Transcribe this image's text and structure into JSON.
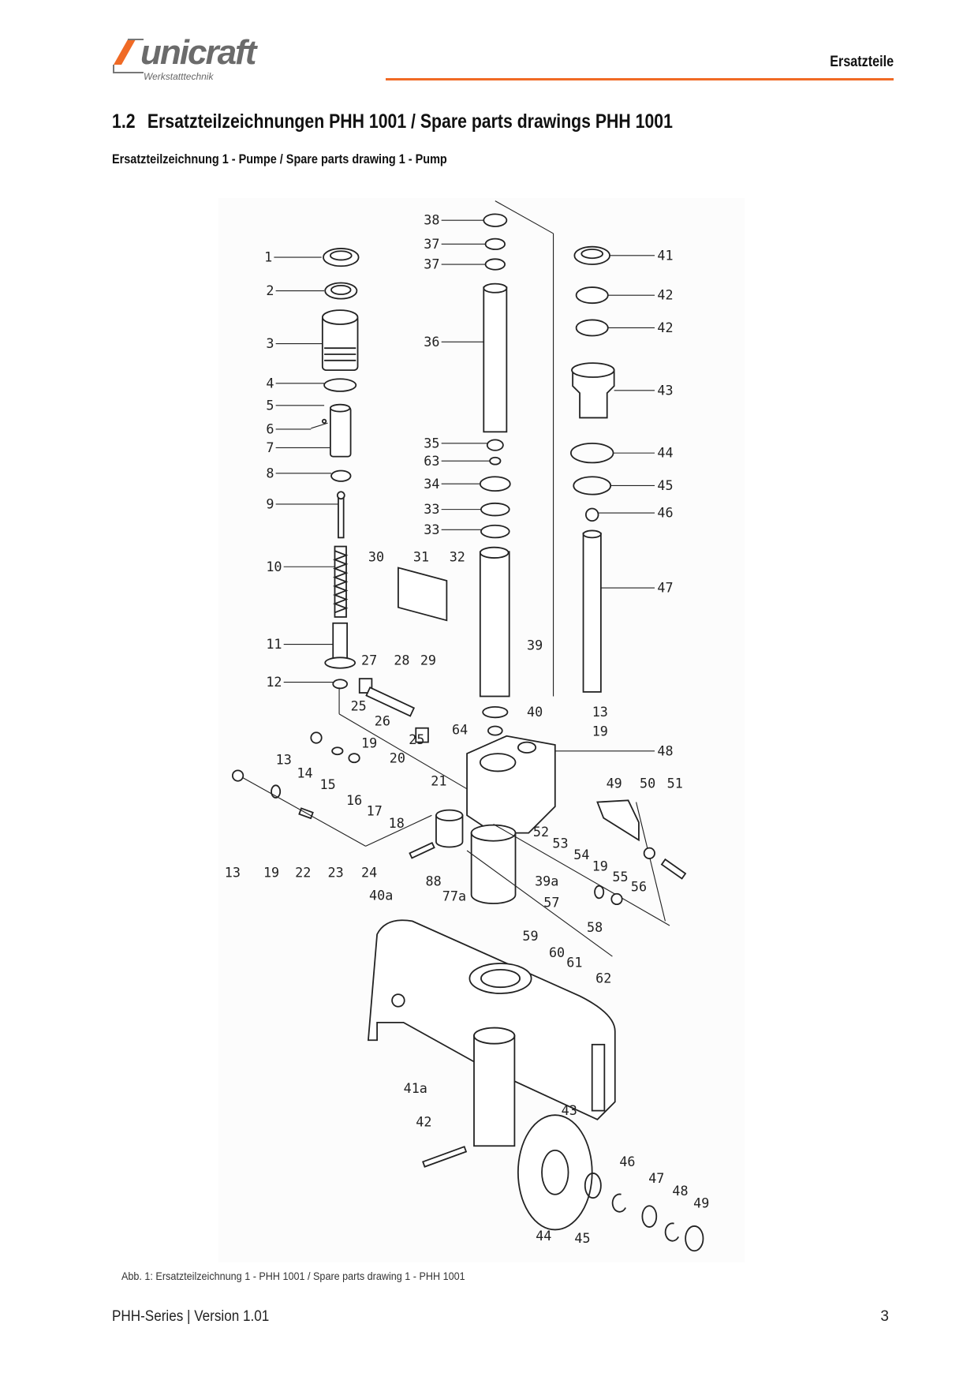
{
  "header": {
    "logo_text": "unicraft",
    "logo_subtitle": "Werkstatttechnik",
    "section": "Ersatzteile",
    "accent_color": "#f06a25"
  },
  "heading": {
    "number": "1.2",
    "title": "Ersatzteilzeichnungen PHH 1001 / Spare parts drawings PHH 1001"
  },
  "subheading": "Ersatzteilzeichnung 1 - Pumpe / Spare parts drawing 1 - Pump",
  "drawing": {
    "callouts": [
      "1",
      "2",
      "3",
      "4",
      "5",
      "6",
      "7",
      "8",
      "9",
      "10",
      "11",
      "12",
      "38",
      "37",
      "37",
      "36",
      "35",
      "63",
      "34",
      "33",
      "33",
      "30",
      "31",
      "32",
      "39",
      "27",
      "28",
      "29",
      "40",
      "64",
      "25",
      "26",
      "25",
      "41",
      "42",
      "42",
      "43",
      "44",
      "45",
      "46",
      "47",
      "13",
      "19",
      "48",
      "13",
      "19",
      "14",
      "20",
      "15",
      "16",
      "21",
      "17",
      "18",
      "49",
      "50",
      "51",
      "52",
      "53",
      "54",
      "19",
      "55",
      "56",
      "13",
      "19",
      "22",
      "23",
      "24",
      "88",
      "77a",
      "39a",
      "40a",
      "57",
      "58",
      "59",
      "60",
      "61",
      "62",
      "41a",
      "43",
      "42",
      "46",
      "47",
      "48",
      "49",
      "44",
      "45"
    ]
  },
  "caption": "Abb. 1: Ersatzteilzeichnung 1 - PHH 1001 / Spare parts drawing 1 - PHH 1001",
  "footer": {
    "series": "PHH-Series | Version 1.01",
    "page": "3"
  }
}
